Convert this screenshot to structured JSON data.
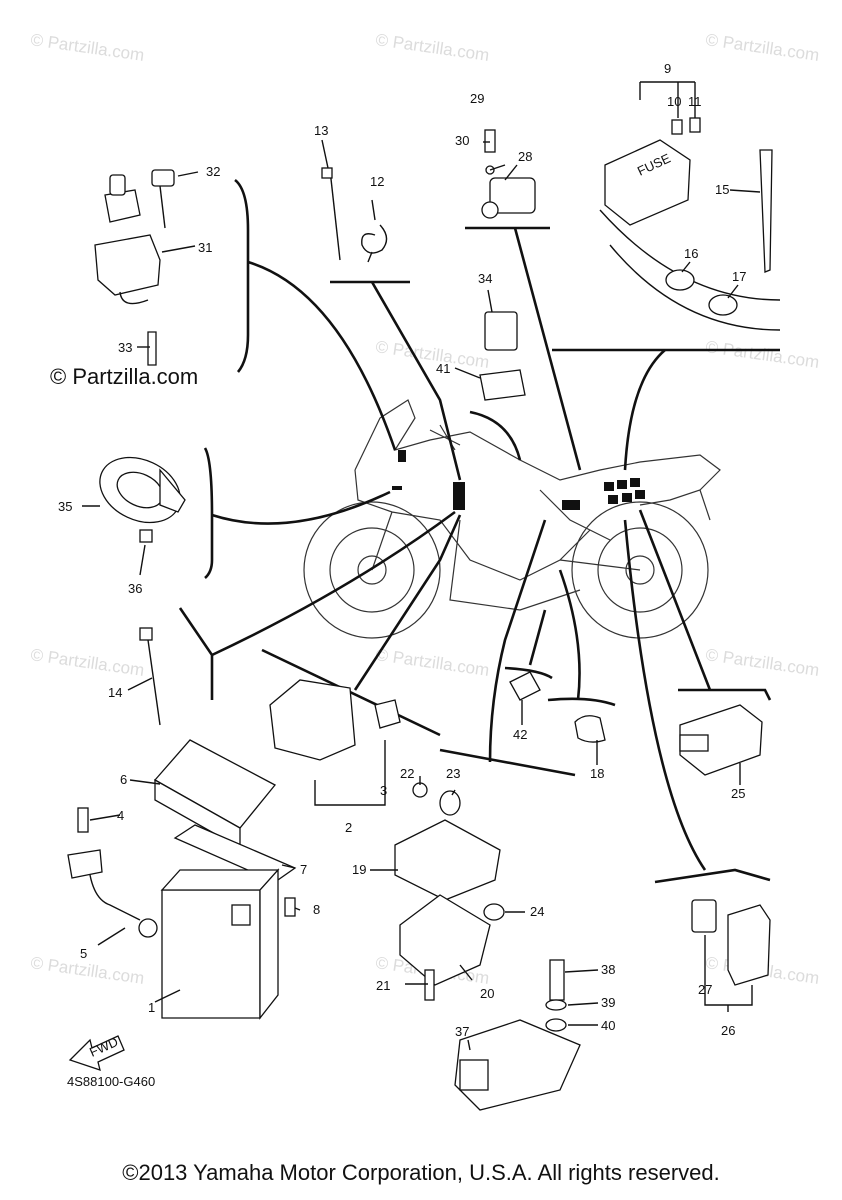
{
  "watermark": "© Partzilla.com",
  "watermark_main": "© Partzilla.com",
  "drawing_code": "4S88100-G460",
  "fwd_label": "FWD",
  "fuse_label": "FUSE",
  "copyright": "©2013  Yamaha Motor Corporation, U.S.A. All rights reserved.",
  "callouts": [
    "1",
    "2",
    "3",
    "4",
    "5",
    "6",
    "7",
    "8",
    "9",
    "10",
    "11",
    "12",
    "13",
    "14",
    "15",
    "16",
    "17",
    "18",
    "19",
    "20",
    "21",
    "22",
    "23",
    "24",
    "25",
    "26",
    "27",
    "28",
    "29",
    "30",
    "31",
    "32",
    "33",
    "34",
    "35",
    "36",
    "37",
    "38",
    "39",
    "40",
    "41",
    "42"
  ]
}
